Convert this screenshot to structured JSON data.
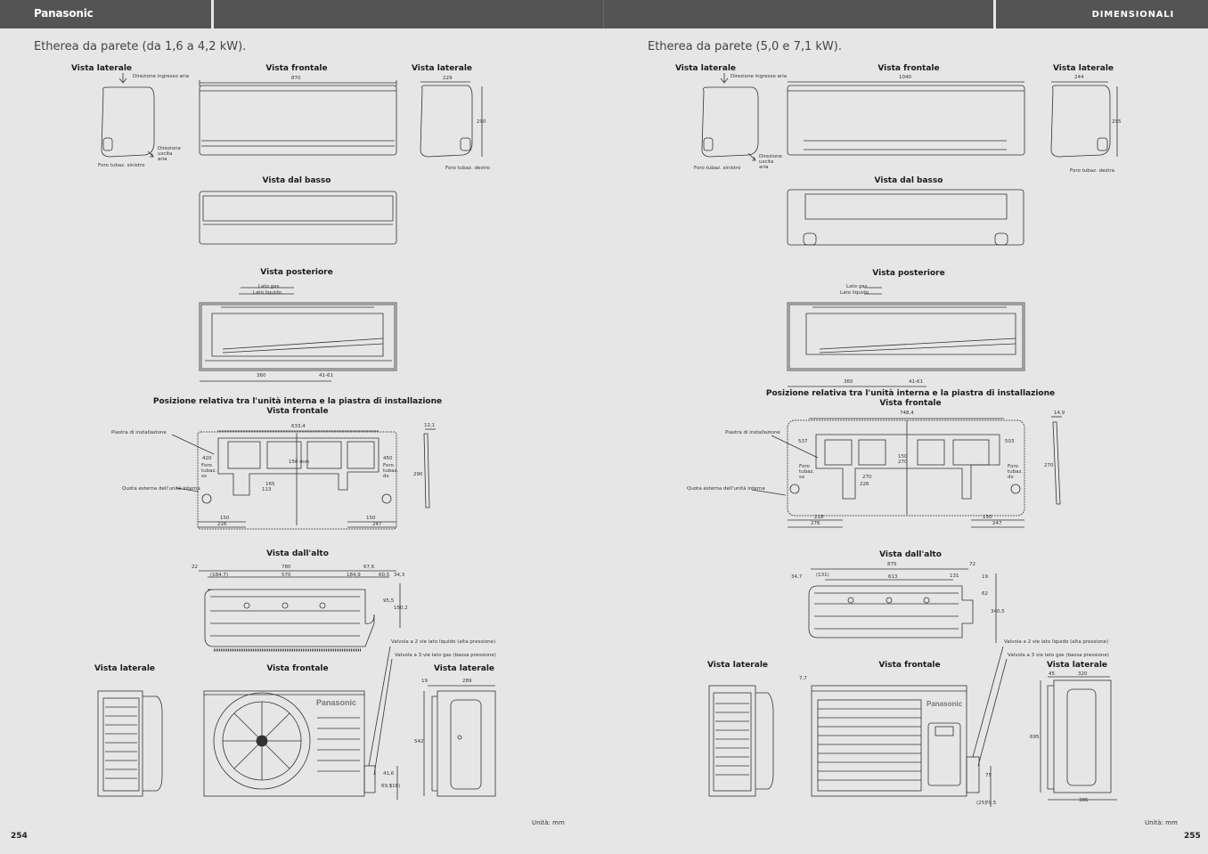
{
  "header": {
    "brand": "Panasonic",
    "section": "DIMENSIONALI"
  },
  "left": {
    "title": "Etherea da parete (da 1,6 a 4,2 kW).",
    "labels": {
      "side_left": "Vista laterale",
      "front": "Vista frontale",
      "side_right": "Vista laterale",
      "bottom": "Vista dal basso",
      "rear": "Vista posteriore",
      "relpos": "Posizione relativa tra l'unità interna e la piastra di installazione",
      "relpos_front": "Vista frontale",
      "top": "Vista dall'alto",
      "out_side_left": "Vista laterale",
      "out_front": "Vista frontale",
      "out_side_right": "Vista laterale"
    },
    "notes": {
      "air_in": "Direzione ingresso aria",
      "air_out": "Direzione uscita aria",
      "pipe_left": "Foro tubaz. sinistro",
      "pipe_right": "Foro tubaz. destro",
      "gas_side": "Lato gas",
      "liquid_side": "Lato liquido",
      "plate": "Piastra di installazione",
      "outline": "Quota esterna dell'unità interna",
      "hole_left": "Foro tubaz. sx",
      "hole_right": "Foro tubaz. dx",
      "valve2": "Valvola a 2 vie lato liquido (alta pressione)",
      "valve3": "Valvola a 3 vie lato gas (bassa pressione)"
    },
    "dims": {
      "front_w": "870",
      "side_d": "229",
      "side_h": "290",
      "rear_a": "360",
      "rear_b": "41-61",
      "plate_w": "633,4",
      "plate_l": "420",
      "plate_r": "450",
      "plate_c": "150 mm",
      "plate_h1": "165",
      "plate_h2": "113",
      "plate_b1": "150",
      "plate_b2": "216",
      "plate_b3": "150",
      "plate_b4": "247",
      "plate_side": "12,1",
      "plate_side_h": "290",
      "top_a": "22",
      "top_w": "780",
      "top_b": "67,6",
      "top_c": "(184,7)",
      "top_d": "570",
      "top_e": "184,9",
      "top_f": "60,5",
      "top_g": "34,3",
      "top_h": "95,5",
      "top_i": "150,2",
      "out_h": "542",
      "out_side1": "19",
      "out_side2": "289",
      "out_b1": "41,6",
      "out_b2": "69,5",
      "out_b3": "(18)"
    },
    "page_number": "254"
  },
  "right": {
    "title": "Etherea da parete (5,0 e 7,1 kW).",
    "labels": {
      "side_left": "Vista laterale",
      "front": "Vista frontale",
      "side_right": "Vista laterale",
      "bottom": "Vista dal basso",
      "rear": "Vista posteriore",
      "relpos": "Posizione relativa tra l'unità interna e la piastra di installazione",
      "relpos_front": "Vista frontale",
      "top": "Vista dall'alto",
      "out_side_left": "Vista laterale",
      "out_front": "Vista frontale",
      "out_side_right": "Vista laterale"
    },
    "notes": {
      "air_in": "Direzione ingresso aria",
      "air_out": "Direzione uscita aria",
      "pipe_left": "Foro tubaz. sinistro",
      "pipe_right": "Foro tubaz. destra",
      "gas_side": "Lato gas",
      "liquid_side": "Lato liquido",
      "plate": "Piastra di installazione",
      "outline": "Quota esterna dell'unità interna",
      "hole_left": "Foro tubaz. sx",
      "hole_right": "Foro tubaz. dx",
      "valve2": "Valvola a 2 vie lato liquido (alta pressione)",
      "valve3": "Valvola a 3 vie lato gas (bassa pressione)"
    },
    "dims": {
      "front_w": "1040",
      "side_d": "244",
      "side_h": "295",
      "rear_a": "360",
      "rear_b": "41-61",
      "plate_w": "748,4",
      "plate_l": "537",
      "plate_r": "503",
      "plate_c1": "150",
      "plate_c2": "270",
      "plate_h1": "270",
      "plate_h2": "226",
      "plate_b1": "218",
      "plate_b2": "276",
      "plate_b3": "150",
      "plate_b4": "247",
      "plate_side": "14,9",
      "plate_side_h": "270",
      "top_a": "34,7",
      "top_w": "875",
      "top_b": "72",
      "top_c": "(131)",
      "top_d": "613",
      "top_e": "131",
      "top_f": "19",
      "top_g": "62",
      "top_h": "340,5",
      "out_a": "7,7",
      "out_h": "695",
      "out_side1": "45",
      "out_side2": "320",
      "out_side3": "386",
      "out_b1": "75",
      "out_b2": "(25)",
      "out_b3": "70,5"
    },
    "page_number": "255"
  },
  "unit_note": "Unità: mm"
}
